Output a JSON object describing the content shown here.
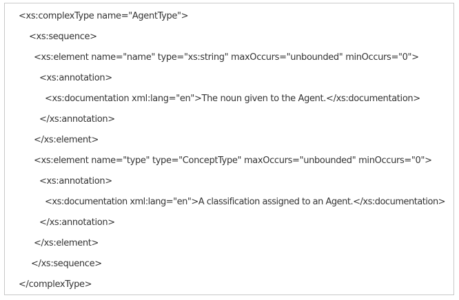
{
  "code": {
    "lines": [
      "<xs:complexType name=\"AgentType\">",
      "<xs:sequence>",
      "<xs:element name=\"name\" type=\"xs:string\" maxOccurs=\"unbounded\" minOccurs=\"0\">",
      "<xs:annotation>",
      "<xs:documentation xml:lang=\"en\">The noun given to the Agent.</xs:documentation>",
      "</xs:annotation>",
      "</xs:element>",
      "<xs:element name=\"type\" type=\"ConceptType\" maxOccurs=\"unbounded\" minOccurs=\"0\">",
      "<xs:annotation>",
      "<xs:documentation xml:lang=\"en\">A classification assigned to an Agent.</xs:documentation>",
      "</xs:annotation>",
      "</xs:element>",
      "</xs:sequence>",
      "</complexType>"
    ]
  }
}
